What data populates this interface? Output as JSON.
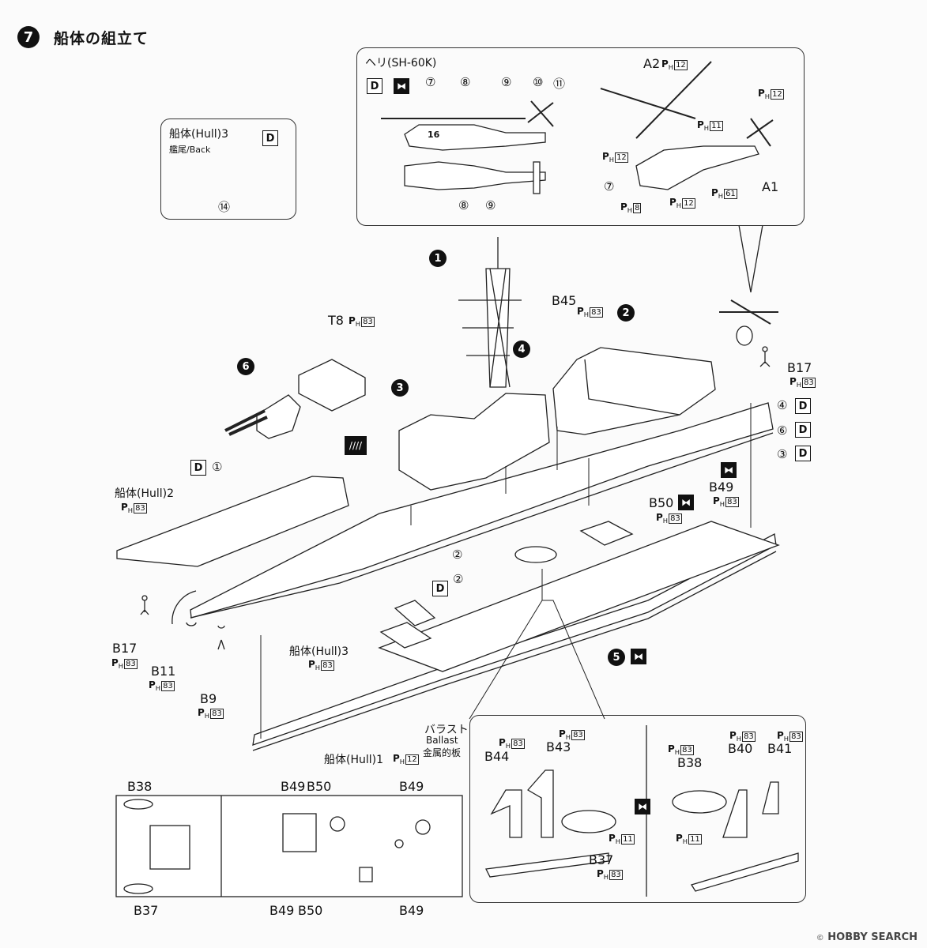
{
  "step": {
    "number": "7",
    "title": "船体の組立て"
  },
  "hull3_panel": {
    "title": "船体(Hull)3",
    "subtitle": "艦尾/Back",
    "part": "⑭",
    "d_icon": "D"
  },
  "heli_panel": {
    "title": "ヘリ(SH-60K)",
    "side_number": "16",
    "d_icon": "D",
    "parts_top": [
      "⑦",
      "⑧",
      "⑨",
      "⑩",
      "⑪"
    ],
    "parts_bottom": [
      "⑧",
      "⑨"
    ],
    "callouts": {
      "a2": "A2",
      "a2_ph": "12",
      "r_ph1": "12",
      "r_ph2": "11",
      "r_ph3": "12",
      "r_ph4": "61",
      "r_ph5": "8",
      "r_ph6": "12",
      "a1": "A1",
      "r7": "⑦"
    }
  },
  "ship": {
    "sub_numbers": [
      "1",
      "2",
      "3",
      "4",
      "5",
      "6"
    ],
    "labels": {
      "t8": "T8",
      "t8_ph": "83",
      "b45": "B45",
      "b45_ph": "83",
      "b17_right": "B17",
      "b17_right_ph": "83",
      "b49": "B49",
      "b49_ph": "83",
      "b50": "B50",
      "b50_ph": "83",
      "hull2": "船体(Hull)2",
      "hull2_ph": "83",
      "hull3": "船体(Hull)3",
      "hull3_ph": "83",
      "hull1": "船体(Hull)1",
      "hull1_ph": "12",
      "b17_left": "B17",
      "b17_left_ph": "83",
      "b11": "B11",
      "b11_ph": "83",
      "b9": "B9",
      "b9_ph": "83",
      "ballast_jp": "バラスト",
      "ballast_en": "Ballast",
      "ballast_note": "金属的板",
      "circ1": "①",
      "circ2": "②",
      "circ3": "③",
      "circ4": "④",
      "circ6": "⑥"
    }
  },
  "boat_panel": {
    "labels": {
      "b44": "B44",
      "b44_ph": "83",
      "b43": "B43",
      "b43_ph": "83",
      "b37": "B37",
      "b37_ph": "83",
      "boat_ph_left": "11",
      "b38": "B38",
      "b38_ph": "83",
      "b40": "B40",
      "b40_ph": "83",
      "b41": "B41",
      "b41_ph": "83",
      "boat_ph_right": "11"
    }
  },
  "topview": {
    "labels": {
      "b38": "B38",
      "b37": "B37",
      "b49_top": "B49",
      "b50_top": "B50",
      "b49_top_right": "B49",
      "b49_bottom": "B49",
      "b50_bottom": "B50",
      "b49_bottom_right": "B49"
    }
  },
  "ph_prefix": "P",
  "ph_sub": "H",
  "watermark": {
    "brand": "HOBBY SEARCH"
  }
}
